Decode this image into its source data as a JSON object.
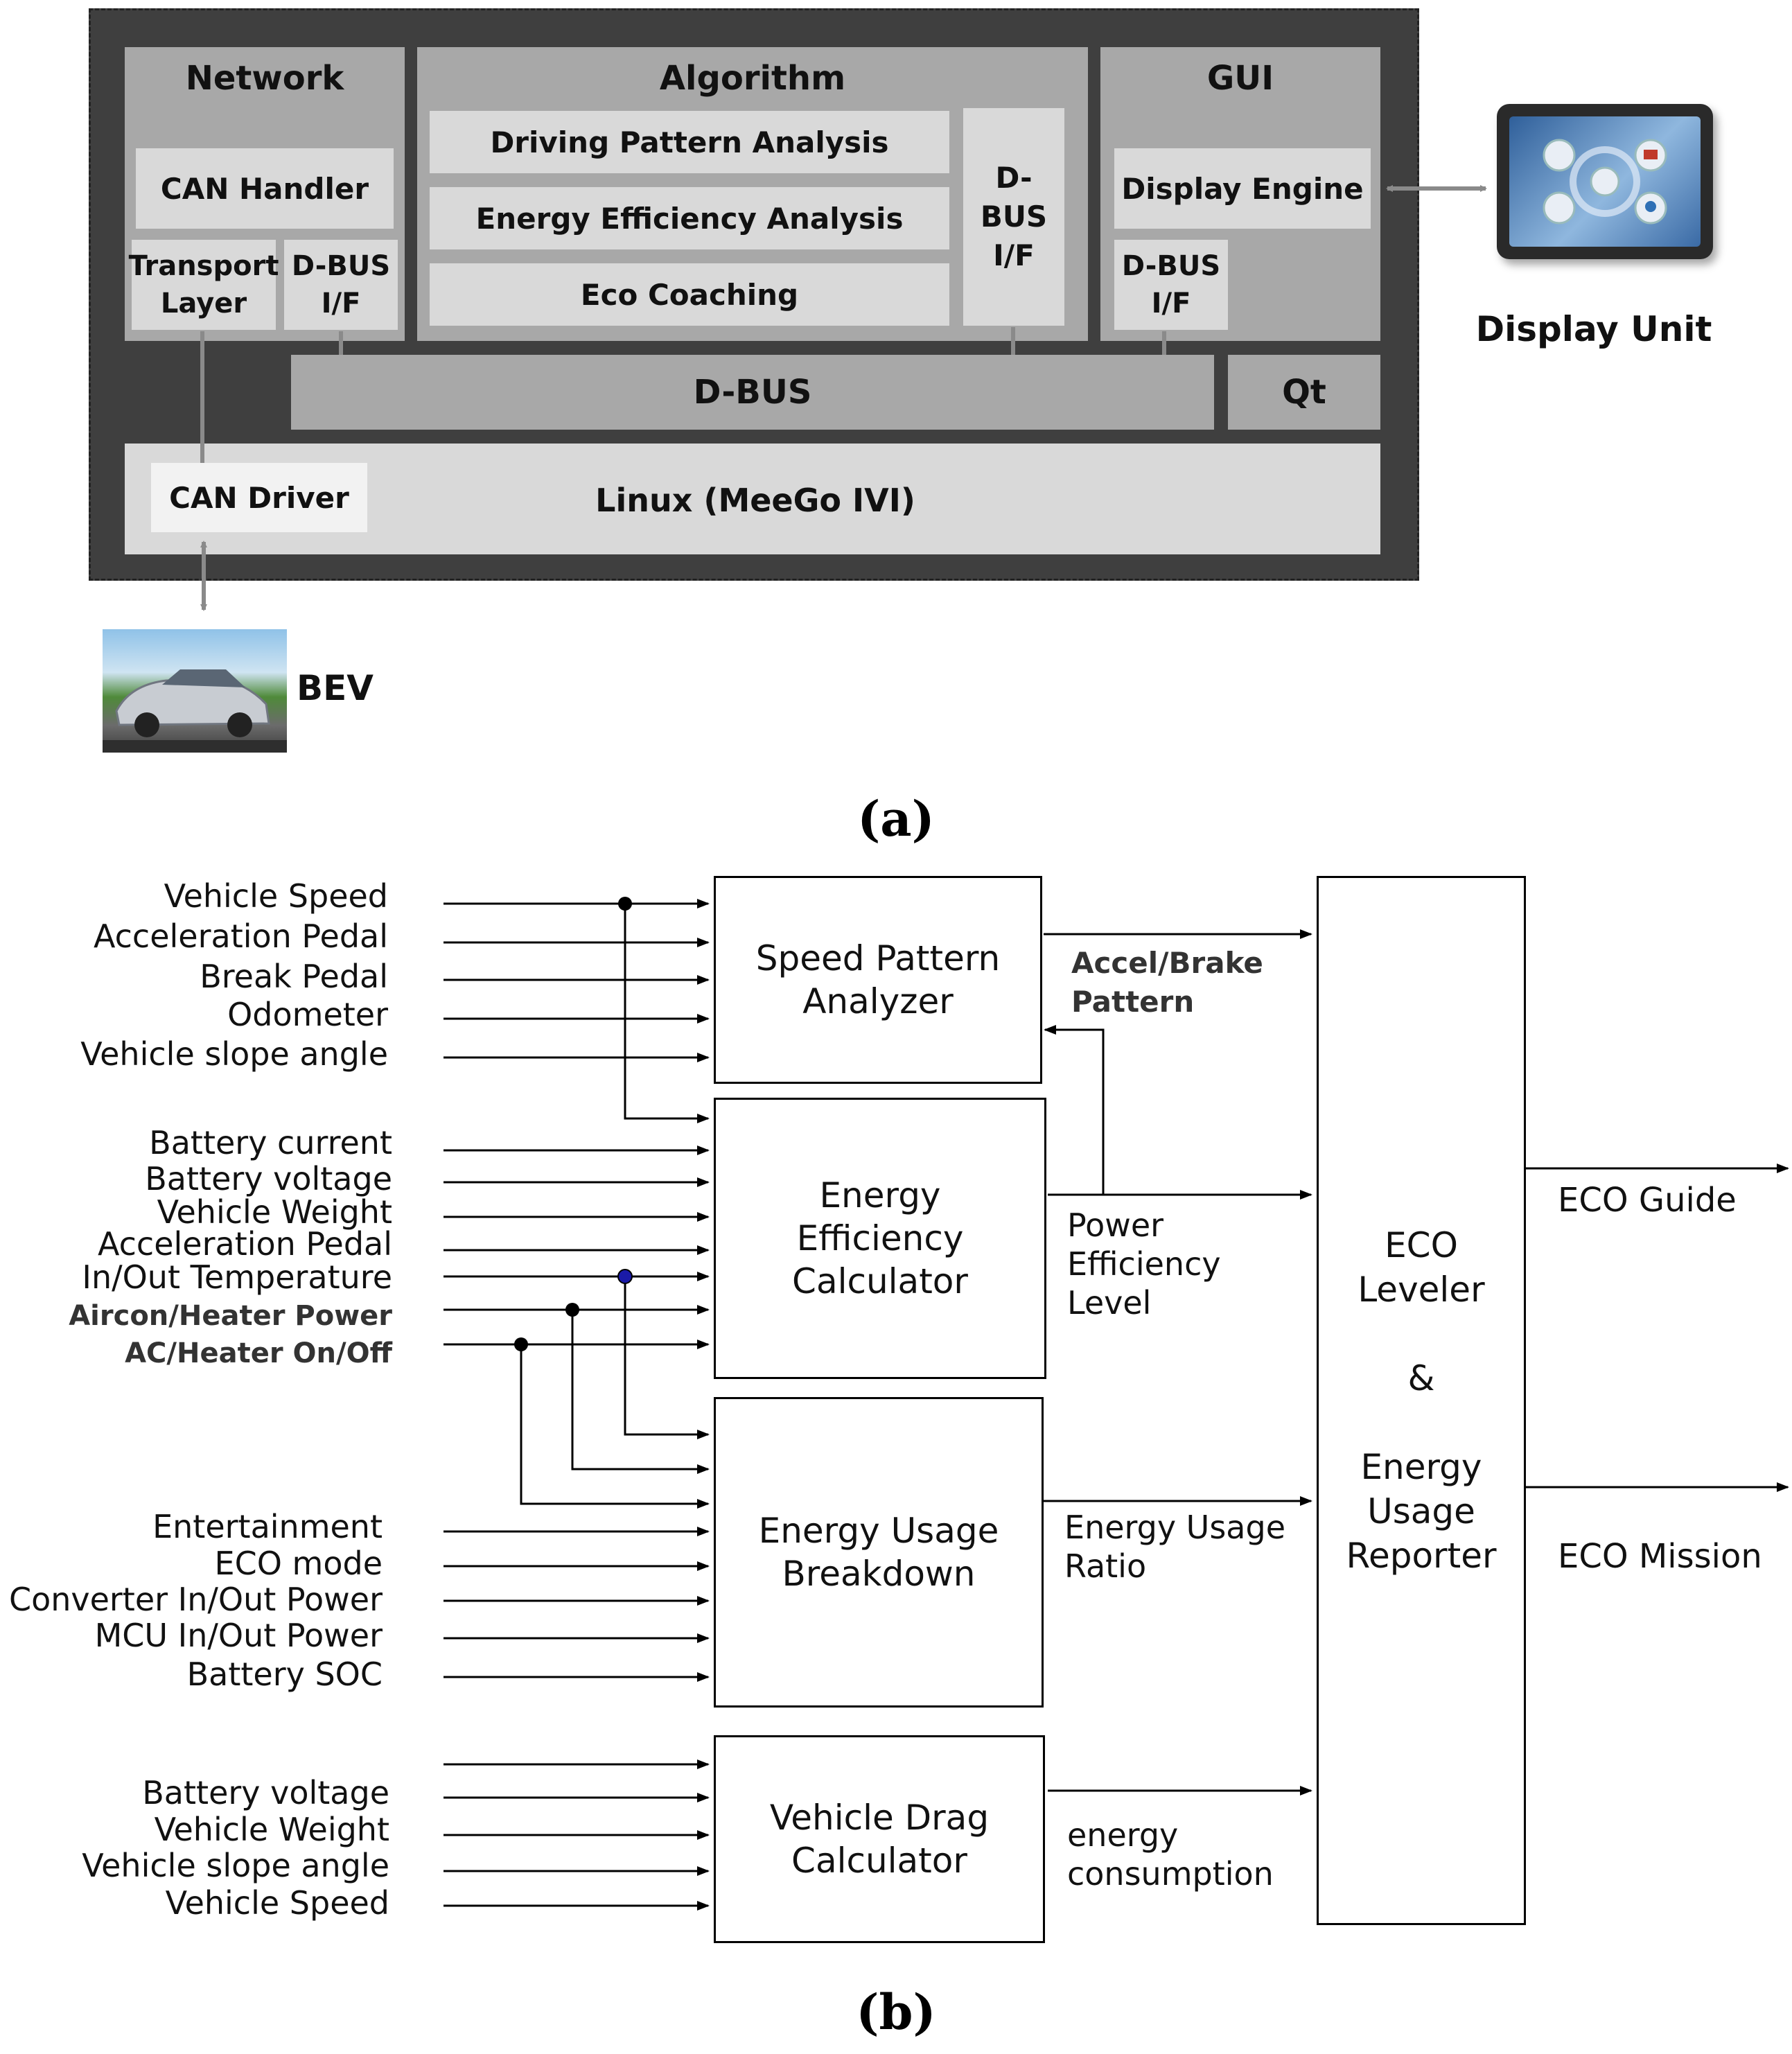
{
  "panel_a": {
    "network": {
      "title": "Network",
      "can_handler": "CAN Handler",
      "transport_layer": "Transport\nLayer",
      "dbus_if": "D-BUS\nI/F"
    },
    "algorithm": {
      "title": "Algorithm",
      "items": [
        "Driving Pattern Analysis",
        "Energy Efficiency Analysis",
        "Eco Coaching"
      ],
      "dbus_if": "D-BUS\nI/F"
    },
    "gui": {
      "title": "GUI",
      "display_engine": "Display Engine",
      "dbus_if": "D-BUS\nI/F"
    },
    "dbus": "D-BUS",
    "qt": "Qt",
    "linux": "Linux (MeeGo IVI)",
    "can_driver": "CAN Driver",
    "display_unit": "Display Unit",
    "bev": "BEV",
    "caption": "(a)"
  },
  "panel_b": {
    "speed_pattern": {
      "label": "Speed Pattern\nAnalyzer",
      "inputs": [
        "Vehicle Speed",
        "Acceleration Pedal",
        "Break Pedal",
        "Odometer",
        "Vehicle slope angle"
      ],
      "output": "Accel/Brake\nPattern"
    },
    "energy_efficiency": {
      "label": "Energy\nEfficiency\nCalculator",
      "inputs": [
        "Battery current",
        "Battery voltage",
        "Vehicle Weight",
        "Acceleration Pedal",
        "In/Out Temperature"
      ],
      "bold_inputs": [
        "Aircon/Heater Power",
        "AC/Heater On/Off"
      ],
      "output": "Power\nEfficiency\nLevel"
    },
    "energy_usage": {
      "label": "Energy Usage\nBreakdown",
      "inputs": [
        "Entertainment",
        "ECO mode",
        "Converter In/Out Power",
        "MCU In/Out Power",
        "Battery SOC"
      ],
      "output": "Energy Usage\nRatio"
    },
    "vehicle_drag": {
      "label": "Vehicle Drag\nCalculator",
      "inputs": [
        "Battery voltage",
        "Vehicle Weight",
        "Vehicle slope angle",
        "Vehicle Speed"
      ],
      "output": "energy\nconsumption"
    },
    "eco_reporter": {
      "label": "ECO\nLeveler\n\n&\n\nEnergy\nUsage\nReporter",
      "outputs": [
        "ECO Guide",
        "ECO Mission"
      ]
    },
    "caption": "(b)"
  }
}
